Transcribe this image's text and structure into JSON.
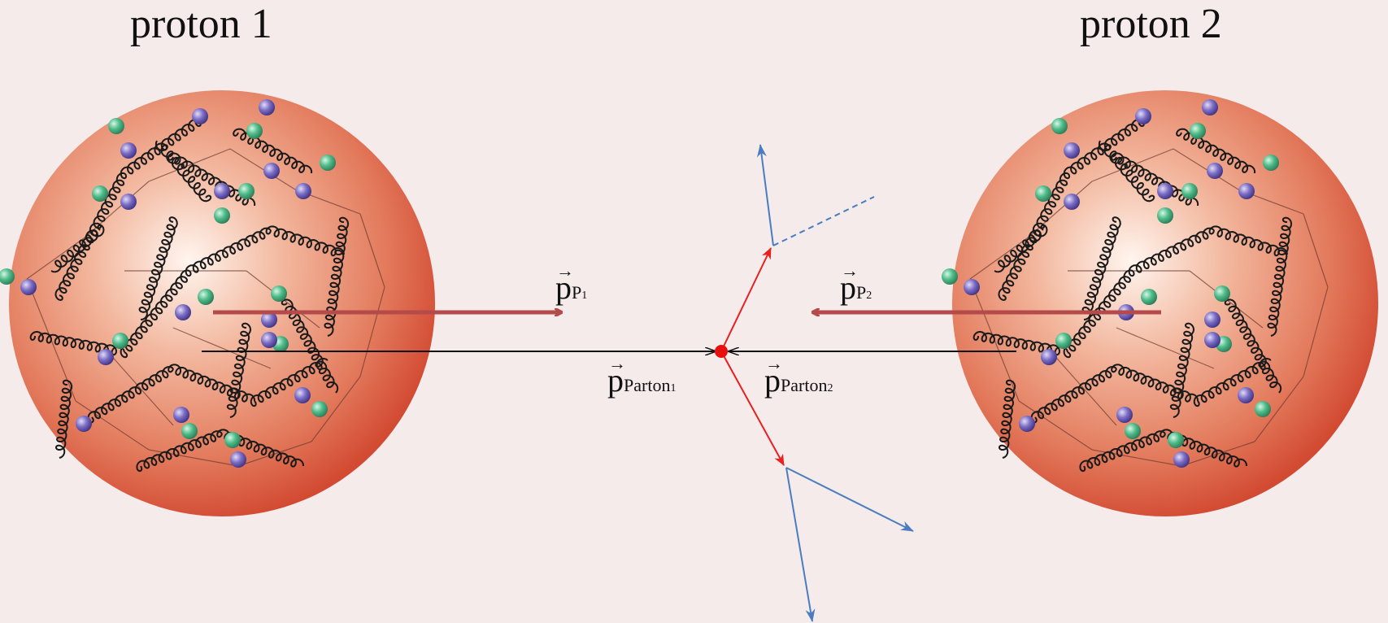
{
  "protons": [
    {
      "title": "proton 1"
    },
    {
      "title": "proton 2"
    }
  ],
  "labels": {
    "p1": {
      "symbol": "p",
      "sub": "P",
      "subsub": "1"
    },
    "p2": {
      "symbol": "p",
      "sub": "P",
      "subsub": "2"
    },
    "parton1": {
      "symbol": "p",
      "sub": "Parton",
      "subsub": "1"
    },
    "parton2": {
      "symbol": "p",
      "sub": "Parton",
      "subsub": "2"
    }
  },
  "colors": {
    "background": "#f5ebeb",
    "proton_momentum": "#b44a4a",
    "parton_momentum": "#111111",
    "vertex": "#e8100f",
    "outgoing_red": "#e8201f",
    "jets_blue": "#4a7cc0",
    "quark_green": "#3fae7c",
    "quark_purple": "#6a5cb0"
  }
}
